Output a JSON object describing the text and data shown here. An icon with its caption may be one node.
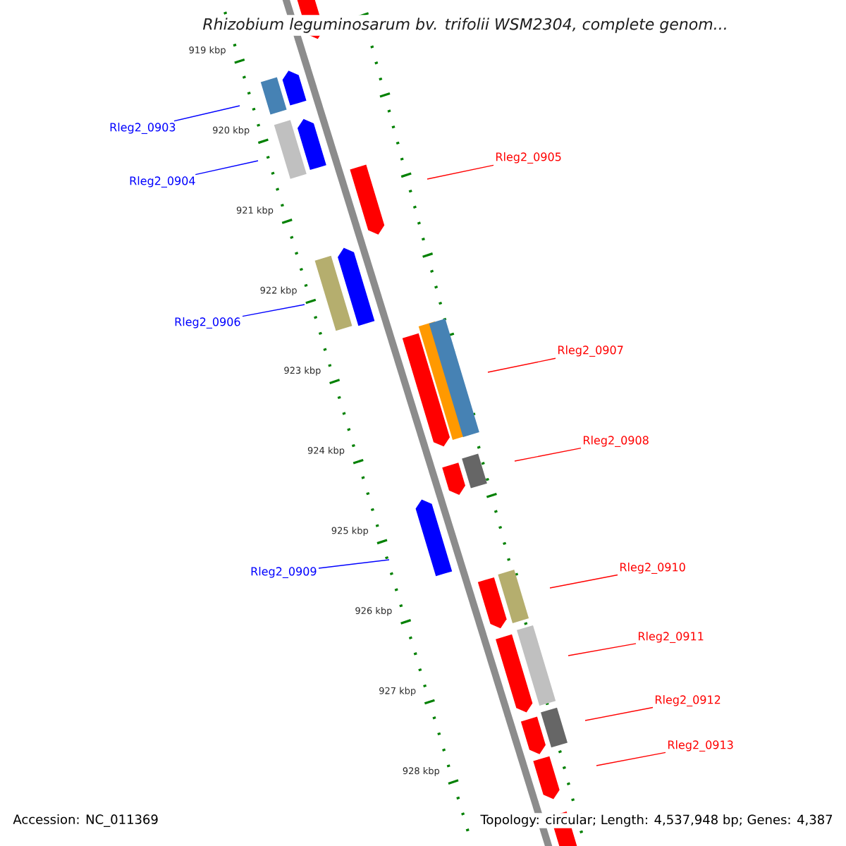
{
  "diagram": {
    "title": "Rhizobium leguminosarum bv. trifolii WSM2304, complete genom...",
    "nodes": [
      {
        "text": [
          "Rleg2_0903"
        ]
      },
      {
        "text": [
          "Rleg2_0905"
        ]
      },
      {
        "text": [
          "Rleg2_0904"
        ]
      },
      {
        "text": [
          "Rleg2_0906"
        ]
      },
      {
        "text": [
          "Rleg2_0907"
        ]
      },
      {
        "text": [
          "Rleg2_0908"
        ]
      },
      {
        "text": [
          "Rleg2_0909"
        ]
      },
      {
        "text": [
          "Rleg2_0910"
        ]
      },
      {
        "text": [
          "Rleg2_0911"
        ]
      },
      {
        "text": [
          "Rleg2_0912"
        ]
      },
      {
        "text": [
          "Rleg2_0913"
        ]
      }
    ],
    "edges": [
      {
        "from": 0,
        "to": null,
        "arrow": "none",
        "color": "#0000ff"
      },
      {
        "from": 1,
        "to": null,
        "arrow": "none"
      },
      {
        "from": 2,
        "to": null,
        "arrow": "none",
        "color": "#0000ff"
      },
      {
        "from": 3,
        "to": null,
        "arrow": "none",
        "color": "#0000ff"
      },
      {
        "from": 4,
        "to": null,
        "arrow": "none"
      },
      {
        "from": 5,
        "to": null,
        "arrow": "none"
      },
      {
        "from": 6,
        "to": null,
        "arrow": "none",
        "color": "#0000ff"
      },
      {
        "from": 7,
        "to": null,
        "arrow": "none"
      },
      {
        "from": 8,
        "to": null,
        "arrow": "none"
      },
      {
        "from": 9,
        "to": null,
        "arrow": "none"
      },
      {
        "from": 10,
        "to": null,
        "arrow": "none"
      }
    ],
    "labels": [
      "919 kbp",
      "920 kbp",
      "921 kbp",
      "922 kbp",
      "923 kbp",
      "924 kbp",
      "925 kbp",
      "926 kbp",
      "927 kbp",
      "928 kbp",
      "Accession: NC_011369",
      "Topology: circular; Length: 4,537,948 bp; Genes: 4,387"
    ]
  }
}
